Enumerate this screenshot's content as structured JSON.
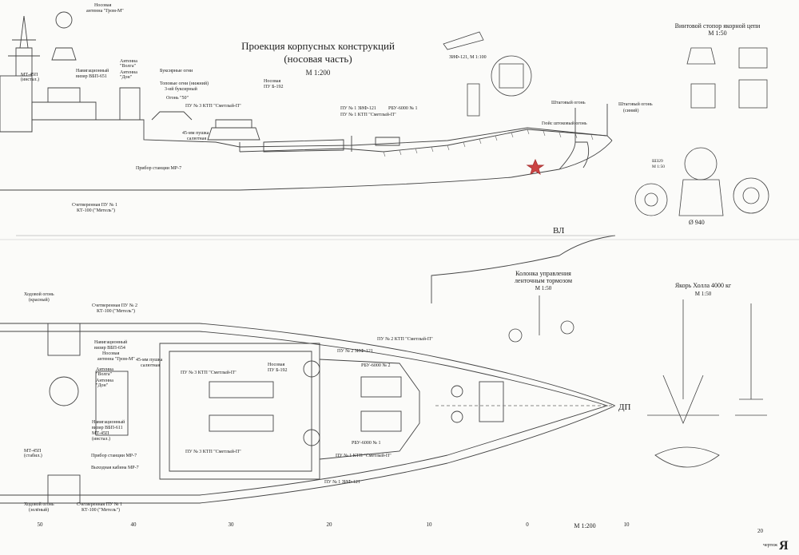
{
  "title": {
    "line1": "Проекция корпусных конструкций",
    "line2": "(носовая часть)",
    "scale": "М 1:200"
  },
  "side_view": {
    "labels": {
      "grom_antenna": [
        "Носовая",
        "антенна \"Гром-М\""
      ],
      "volga_antenna": [
        "Антенна",
        "\"Волга\""
      ],
      "don_antenna": [
        "Антенна",
        "\"Дон\""
      ],
      "nav_sight": [
        "Навигационный",
        "визир ВБП-651"
      ],
      "mt45": [
        "МТ-45П",
        "(инстал.)"
      ],
      "tow_lights": "Буксирные огни",
      "top_lights": [
        "Топовые огни (нижний)",
        "3-ий буксирный"
      ],
      "light_50": "Огонь \"50\"",
      "pu3": "ПУ № 3 КТП \"Сметлый-П\"",
      "gun45": [
        "45-мм пушка",
        "салютная"
      ],
      "mr7": "Прибор станции МР-7",
      "counter_pu1": [
        "Счетверенная ПУ № 1",
        "КТ-100 (\"Метель\")"
      ],
      "bow_b192": [
        "Носовая",
        "ПУ Б-192"
      ],
      "pu1_zif": "ПУ № 1 ЗИФ-121",
      "pu1_ktp": "ПУ № 1 КТП \"Сметлый-П\"",
      "rbu1": "РБУ-6000 № 1",
      "zif_scale": "ЗИФ-121, М 1:100",
      "staff_light1": "Штаговый огонь",
      "staff_light2": [
        "Штаговый огонь",
        "(синий)"
      ],
      "gyus_light": "Гюйс штоковый огонь",
      "waterline": "ВЛ"
    }
  },
  "plan_view": {
    "labels": {
      "run_light": [
        "Ходовой огонь",
        "(красный)"
      ],
      "counter_pu2": [
        "Счетверенная ПУ № 2",
        "КТ-100 (\"Метель\")"
      ],
      "nav_sight": [
        "Навигационный",
        "визир ВБП-654"
      ],
      "bow_grom": [
        "Носовая",
        "антенна \"Гром-М\""
      ],
      "volga": [
        "Антенна",
        "\"Волга\""
      ],
      "don": [
        "Антенна",
        "\"Дон\""
      ],
      "gun45": [
        "45-мм пушка",
        "салютная"
      ],
      "nav_sight2": [
        "Навигационный",
        "визир ВБП-611"
      ],
      "mt45_inst": [
        "МТ-45П",
        "(инстал.)"
      ],
      "mt45_stab": [
        "МТ-45П",
        "(стабил.)"
      ],
      "mr7": "Прибор станции МР-7",
      "mr7_cable": "Выходная кабина МР-7",
      "pu3_ktp": "ПУ № 3 КТП \"Сметлый-П\"",
      "pu3_ktp2": "ПУ № 3 КТП \"Сметлый-П\"",
      "bow_b192": [
        "Носовая",
        "ПУ Б-192"
      ],
      "pu2_ktp": "ПУ № 2 КТП \"Сметлый-П\"",
      "pu2_zif": "ПУ № 2 ЗИФ-121",
      "rbu2": "РБУ-6000 № 2",
      "rbu1": "РБУ-6000 № 1",
      "pu1_ktp": "ПУ № 1 КТП \"Сметлый-П\"",
      "pu1_zif": "ПУ № 1 ЗИФ-121",
      "counter_pu1": [
        "Счетверенная ПУ № 1",
        "КТ-100 (\"Метель\")"
      ],
      "run_light2": [
        "Ходовой огонь",
        "(зелёный)"
      ],
      "centerline": "ДП"
    }
  },
  "right_panel": {
    "screw_stopper": [
      "Винтовой стопор якорной цепи",
      "М 1:50"
    ],
    "gk": [
      "ШЗ29",
      "М 1:50"
    ],
    "diameter": "Ø 940",
    "column": [
      "Колонка управления",
      "ленточным тормозом",
      "М 1:50"
    ],
    "anchor": [
      "Якорь Холла 4000 кг",
      "М 1:50"
    ]
  },
  "frame_scale": [
    "50",
    "40",
    "30",
    "20",
    "10",
    "0",
    "10"
  ],
  "bottom_scale": "М 1:200",
  "page_number": "20",
  "logo": "Я",
  "logo_small": "чертеж"
}
